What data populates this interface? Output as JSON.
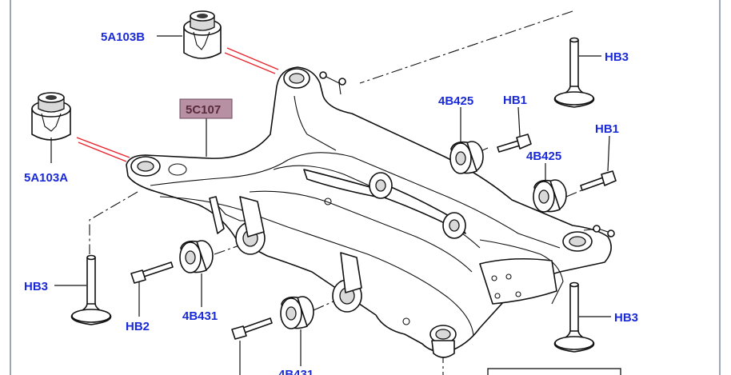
{
  "diagram": {
    "colors": {
      "callout_text": "#1a2ad8",
      "highlight_fill": "#b890a4",
      "highlight_text": "#5a2a3a",
      "attachment_lines": "#e8242e",
      "linework": "#111111"
    },
    "callouts": {
      "bush_5a103b": "5A103B",
      "bush_5a103a": "5A103A",
      "crossmember_5c107": "5C107",
      "bush_4b425_upper": "4B425",
      "bolt_hb1_upper": "HB1",
      "bolt_hb1_right": "HB1",
      "bush_4b425_right": "4B425",
      "bolt_hb3_upper_right": "HB3",
      "bolt_hb3_left": "HB3",
      "bolt_hb2": "HB2",
      "bush_4b431_left": "4B431",
      "bush_4b431_bottom": "4B431",
      "bolt_hb3_lower_right": "HB3"
    }
  }
}
